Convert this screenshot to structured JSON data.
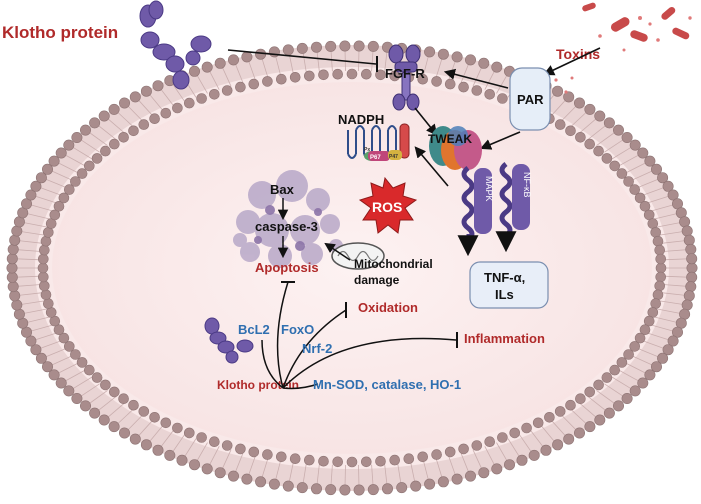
{
  "labels": {
    "klotho_top": "Klotho protein",
    "toxins": "Toxins",
    "fgfr": "FGF-R",
    "par": "PAR",
    "nadph": "NADPH",
    "nadph_sub_1": "Px",
    "nadph_sub_2": "P67",
    "nadph_sub_3": "P47",
    "tweak": "TWEAK",
    "mapk": "MAPK",
    "nfkb": "NF-κB",
    "ros": "ROS",
    "bax": "Bax",
    "caspase": "caspase-3",
    "apoptosis": "Apoptosis",
    "mito_line1": "Mitochondrial",
    "mito_line2": "damage",
    "tnf_line1": "TNF-α,",
    "tnf_line2": "ILs",
    "oxidation": "Oxidation",
    "inflammation": "Inflammation",
    "bcl2": "BcL2",
    "foxo": "FoxO",
    "nrf2": "Nrf-2",
    "klotho_bottom": "Klotho protein",
    "antioxidants": "Mn-SOD, catalase, HO-1"
  },
  "colors": {
    "membrane_head": "#a98c8c",
    "membrane_head_edge": "#8e7474",
    "cytoplasm": "#fbecec",
    "protein_purple": "#6f5aa8",
    "dark_red_label": "#b02a2a",
    "blue_label": "#2f6fb0",
    "ros_star": "#d9292b",
    "tnf_box": "#e8eef8"
  }
}
